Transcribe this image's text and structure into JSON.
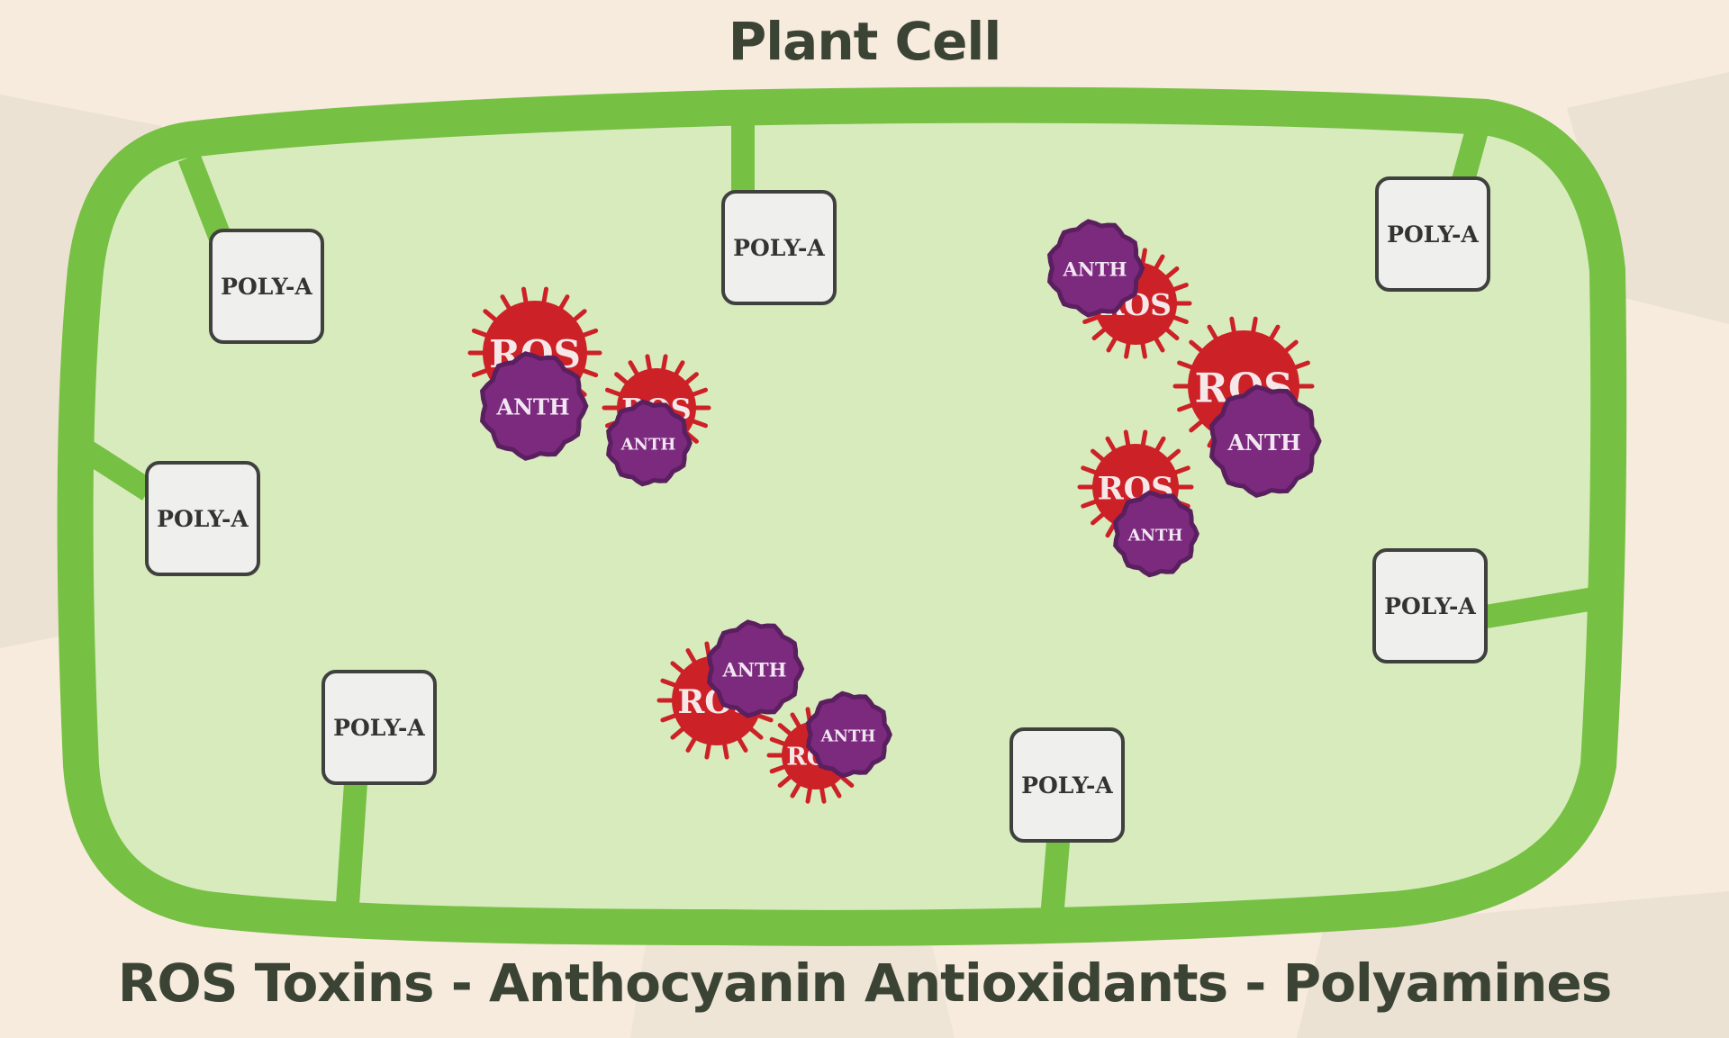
{
  "title": "Plant Cell",
  "caption": "ROS Toxins - Anthocyanin Antioxidants - Polyamines",
  "colors": {
    "background": "#f6ebdd",
    "background_shade": "#ebe2d3",
    "cell_wall": "#76c043",
    "cytoplasm": "#d8ebbd",
    "ros": "#cc2127",
    "anth": "#7b2a7e",
    "anth_edge": "#5a1f5e",
    "poly_box": "#efefed",
    "poly_border": "#3f413e",
    "text_dark": "#3b4434"
  },
  "poly_label": "POLY-A",
  "ros_label": "ROS",
  "anth_label": "ANTH",
  "poly_boxes": [
    {
      "id": "poly-1"
    },
    {
      "id": "poly-2"
    },
    {
      "id": "poly-3"
    },
    {
      "id": "poly-4"
    },
    {
      "id": "poly-5"
    },
    {
      "id": "poly-6"
    },
    {
      "id": "poly-7"
    }
  ],
  "clusters": [
    {
      "id": "cluster-1"
    },
    {
      "id": "cluster-2"
    },
    {
      "id": "cluster-3"
    },
    {
      "id": "cluster-4"
    },
    {
      "id": "cluster-5"
    },
    {
      "id": "cluster-6"
    },
    {
      "id": "cluster-7"
    }
  ]
}
